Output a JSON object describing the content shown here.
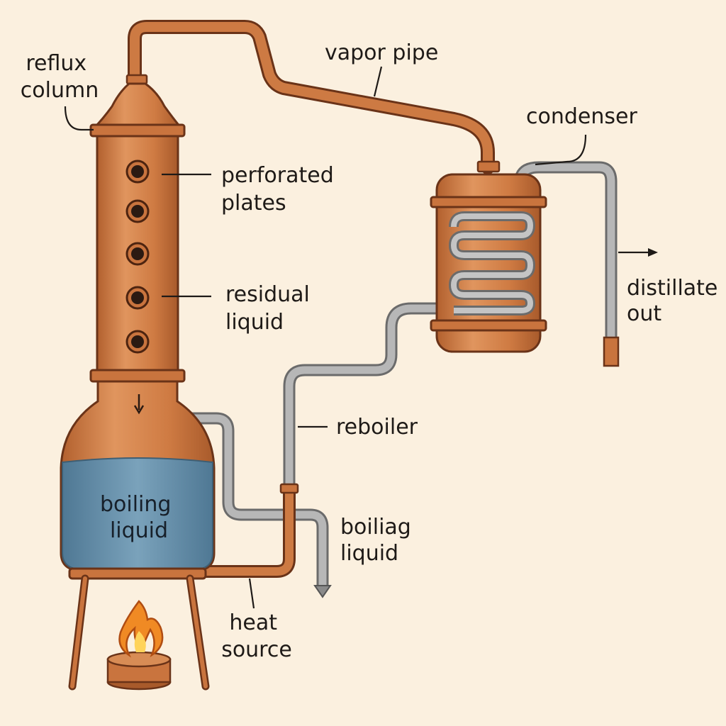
{
  "diagram": {
    "labels": {
      "reflux_column": [
        "reflux",
        "column"
      ],
      "vapor_pipe": "vapor pipe",
      "condenser": "condenser",
      "perforated_plates": [
        "perforated",
        "plates"
      ],
      "residual_liquid": [
        "residual",
        "liquid"
      ],
      "distillate_out": [
        "distillate",
        "out"
      ],
      "reboiler": "reboiler",
      "boiling_liquid_inside": [
        "boiling",
        "liquid"
      ],
      "boiling_liquid_outlet": [
        "boiliag",
        "liquid"
      ],
      "heat_source": [
        "heat",
        "source"
      ]
    },
    "colors": {
      "background": "#fbf0df",
      "copper": "#c9743e",
      "copper_dark": "#8a4320",
      "liquid": "#5f8aa6",
      "steel_pipe": "#a7a7a7",
      "flame": "#f08a24"
    },
    "icons": [
      "flame-icon",
      "down-arrow-icon",
      "right-arrow-icon"
    ]
  }
}
